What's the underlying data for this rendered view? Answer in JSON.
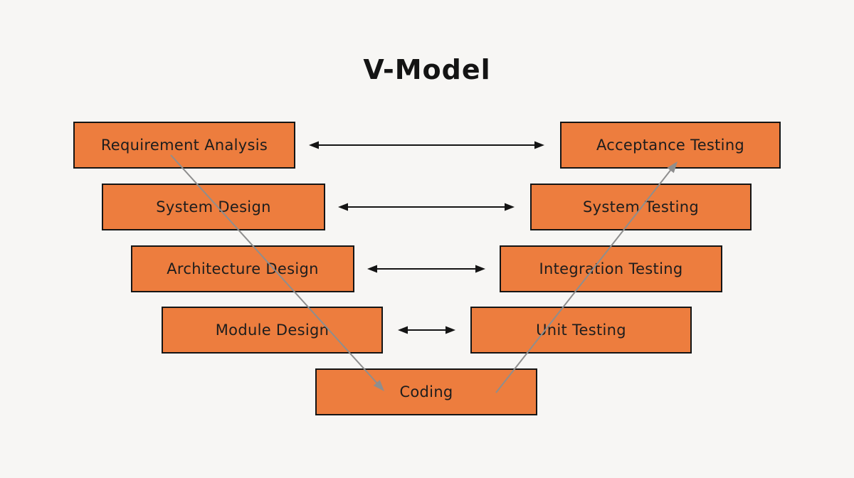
{
  "title": "V-Model",
  "colors": {
    "background": "#F7F6F4",
    "box_fill": "#ED7D3E",
    "box_border": "#151515",
    "text": "#1D1D1D",
    "arrow_black": "#151515",
    "arrow_gray": "#8E8E8E"
  },
  "nodes": {
    "requirement_analysis": {
      "label": "Requirement Analysis"
    },
    "system_design": {
      "label": "System Design"
    },
    "architecture_design": {
      "label": "Architecture Design"
    },
    "module_design": {
      "label": "Module Design"
    },
    "coding": {
      "label": "Coding"
    },
    "unit_testing": {
      "label": "Unit Testing"
    },
    "integration_testing": {
      "label": "Integration Testing"
    },
    "system_testing": {
      "label": "System Testing"
    },
    "acceptance_testing": {
      "label": "Acceptance Testing"
    }
  },
  "connections": [
    {
      "from": "Requirement Analysis",
      "to": "Acceptance Testing",
      "style": "double-headed-black-arrow"
    },
    {
      "from": "System Design",
      "to": "System Testing",
      "style": "double-headed-black-arrow"
    },
    {
      "from": "Architecture Design",
      "to": "Integration Testing",
      "style": "double-headed-black-arrow"
    },
    {
      "from": "Module Design",
      "to": "Unit Testing",
      "style": "double-headed-black-arrow"
    },
    {
      "from": "Requirement Analysis",
      "to": "Coding",
      "style": "gray-diagonal-arrow"
    },
    {
      "from": "Coding",
      "to": "Acceptance Testing",
      "style": "gray-diagonal-arrow"
    }
  ]
}
